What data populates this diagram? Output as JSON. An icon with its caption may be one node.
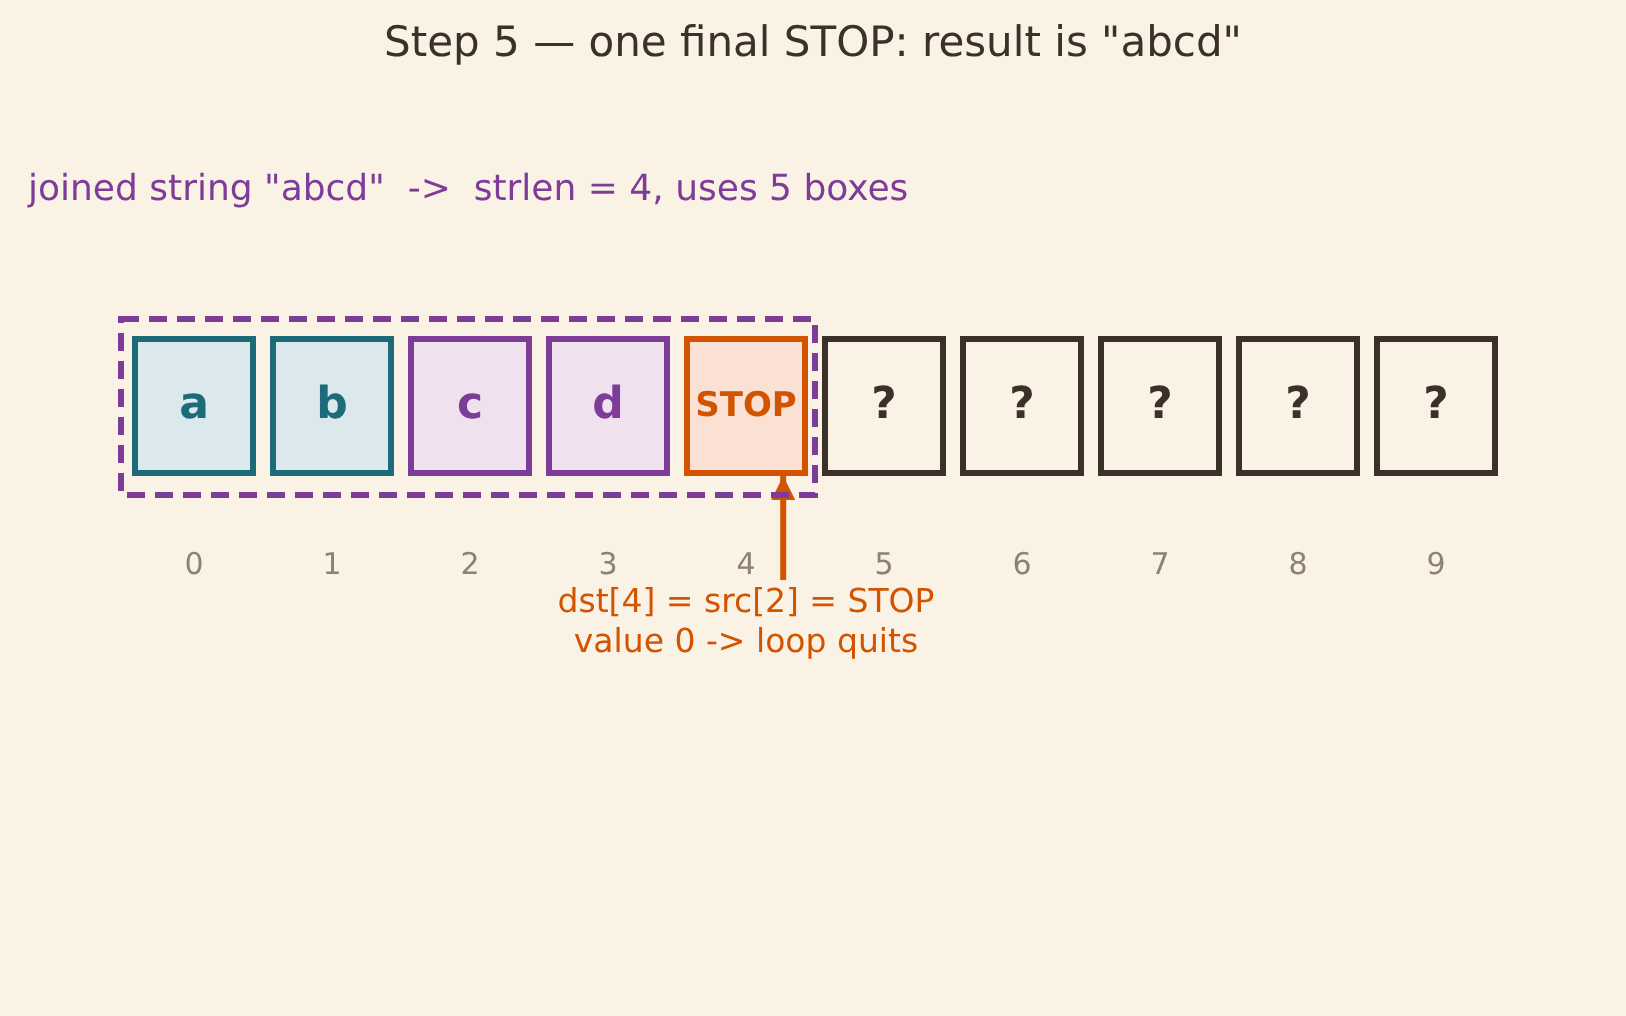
{
  "diagram": {
    "title": "Step 5 — one final STOP: result is \"abcd\"",
    "nodes": [
      {
        "text": [],
        "shape": "box"
      },
      {
        "text": [
          "a"
        ],
        "in": 0
      },
      {
        "text": [
          "b"
        ],
        "in": 0
      },
      {
        "text": [
          "c"
        ],
        "in": 0
      },
      {
        "text": [
          "d"
        ],
        "in": 0
      },
      {
        "text": [
          "STOP"
        ],
        "in": 0
      },
      {
        "text": [
          "?"
        ]
      },
      {
        "text": [
          "?"
        ]
      },
      {
        "text": [
          "?"
        ]
      },
      {
        "text": [
          "?"
        ]
      },
      {
        "text": [
          "?"
        ]
      },
      {
        "text": [
          "dst[4] = src[2] = STOP value 0 -> loop quits"
        ]
      }
    ],
    "edges": [
      {
        "from": 11,
        "to": 5,
        "arrow": "to",
        "color": "#d35400"
      }
    ],
    "labels": [
      "joined string \"abcd\"  ->  strlen = 4, uses 5 boxes",
      "0",
      "1",
      "2",
      "3",
      "4",
      "5",
      "6",
      "7",
      "8",
      "9"
    ]
  }
}
